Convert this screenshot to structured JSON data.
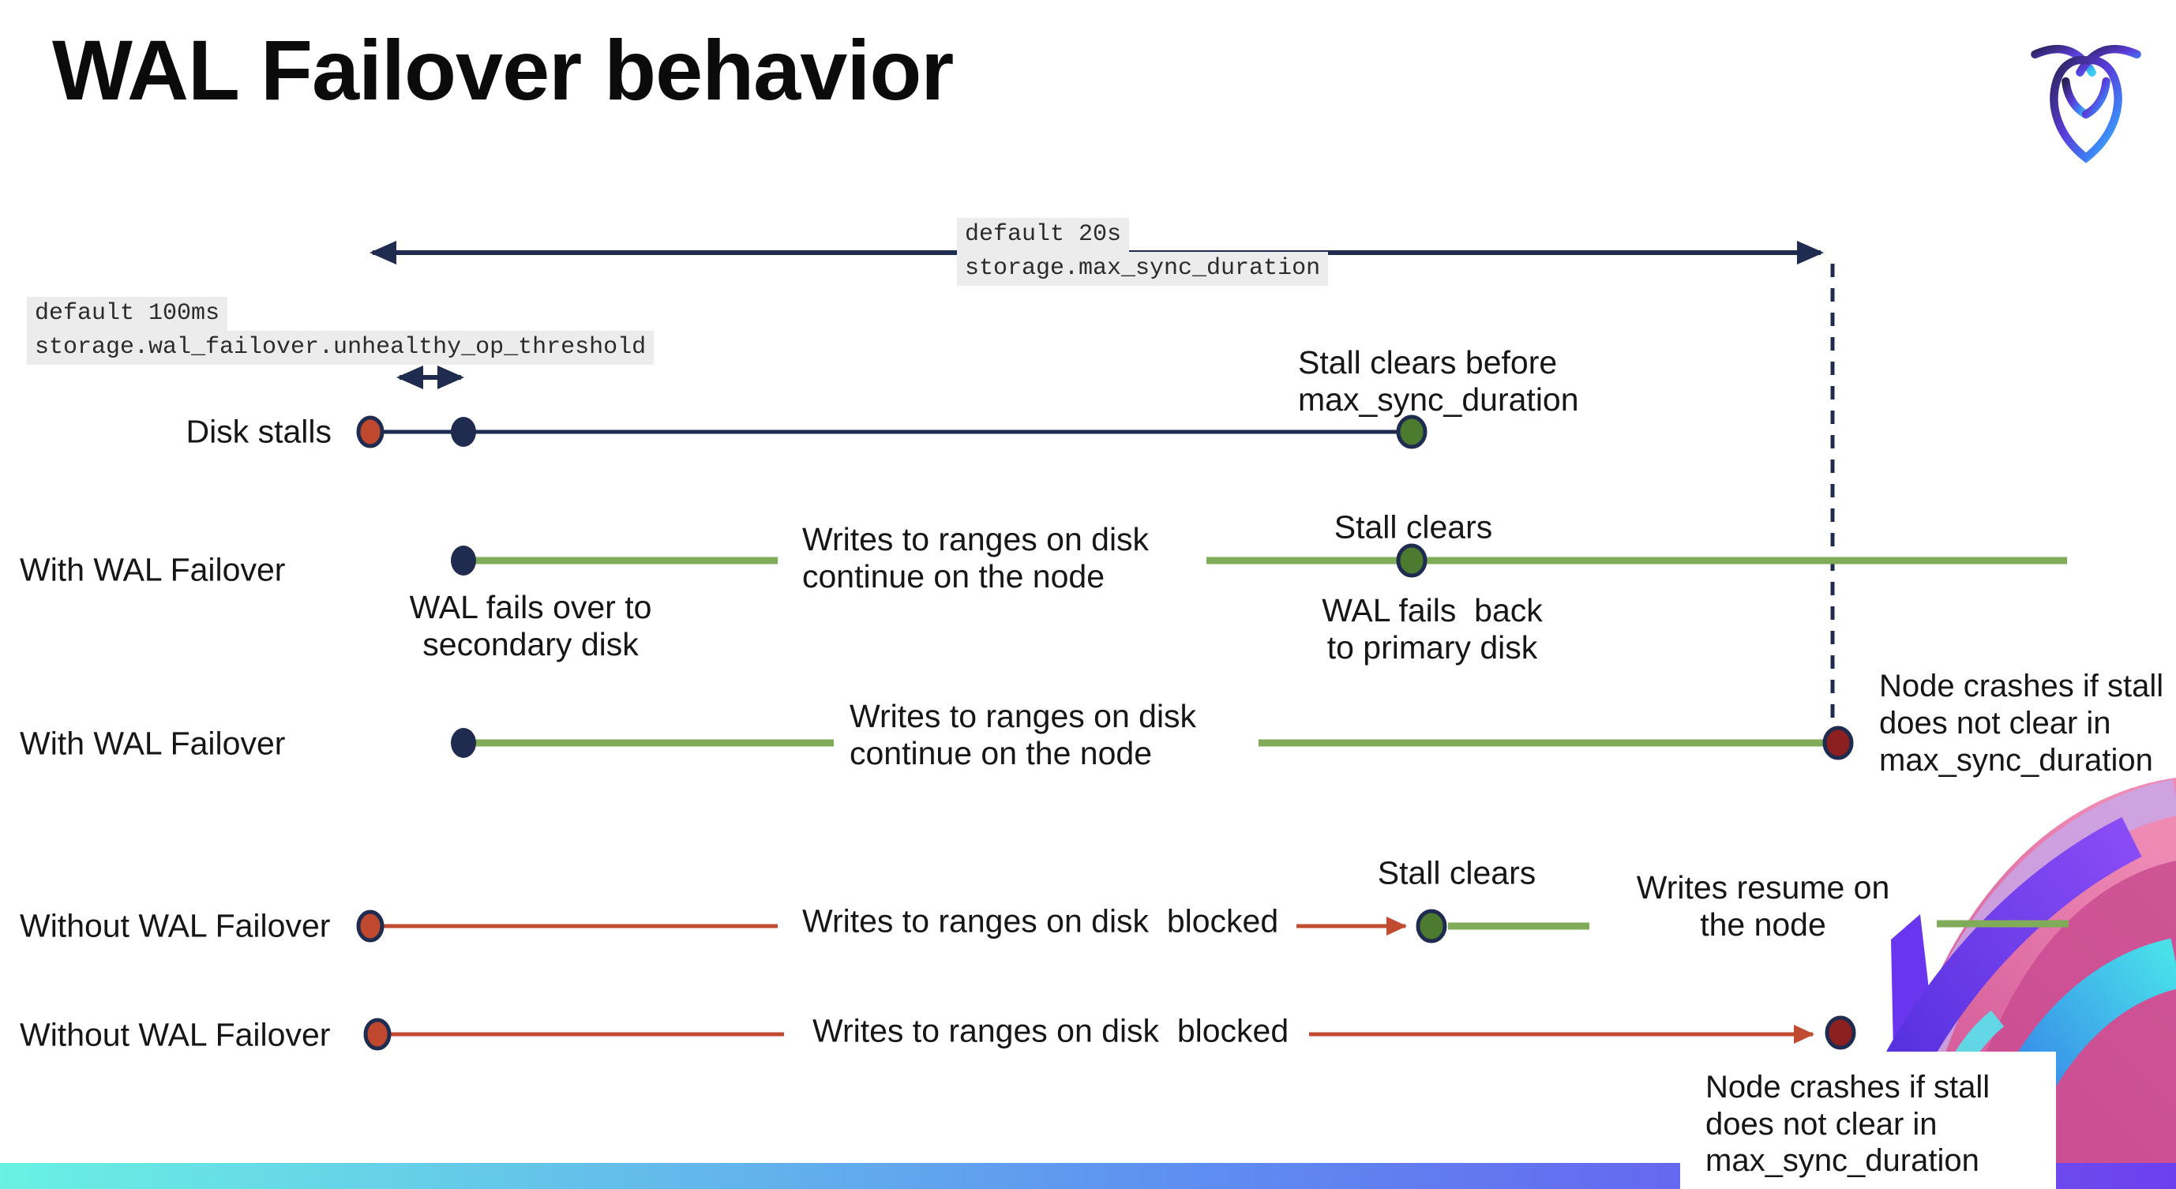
{
  "page": {
    "title": "WAL Failover behavior"
  },
  "logo": {
    "name": "cockroachdb-mark"
  },
  "annotations": {
    "max_sync": {
      "line1": "default 20s",
      "line2": "storage.max_sync_duration"
    },
    "unhealthy_op": {
      "line1": "default 100ms",
      "line2": "storage.wal_failover.unhealthy_op_threshold"
    }
  },
  "rows": [
    {
      "label": "Disk stalls"
    },
    {
      "label": "With WAL Failover"
    },
    {
      "label": "With WAL Failover"
    },
    {
      "label": "Without WAL Failover"
    },
    {
      "label": "Without WAL Failover"
    }
  ],
  "captions": {
    "stall_clears_before_1": "Stall clears before",
    "stall_clears_before_2": "max_sync_duration",
    "writes_continue_1": "Writes to ranges on disk",
    "writes_continue_2": "continue on the node",
    "stall_clears": "Stall clears",
    "wal_fails_back_1": "WAL fails  back",
    "wal_fails_back_2": "to primary disk",
    "wal_fails_over_1": "WAL fails over to",
    "wal_fails_over_2": "secondary disk",
    "node_crashes_1": "Node crashes if stall",
    "node_crashes_2": "does not clear in",
    "node_crashes_3": "max_sync_duration",
    "writes_blocked": "Writes to ranges on disk  blocked",
    "writes_resume_1": "Writes resume on",
    "writes_resume_2": "the node"
  },
  "colors": {
    "navy": "#1f2c4f",
    "green_line": "#80ab58",
    "green_dot": "#4c7b2f",
    "red_line": "#c14b31",
    "red_dot": "#c0482e",
    "dark_red_dot": "#8c1f1f",
    "code_bg": "#ececec",
    "bar_left": "#69f1e3",
    "bar_mid": "#5e8ef1",
    "bar_right": "#6d40ee"
  }
}
